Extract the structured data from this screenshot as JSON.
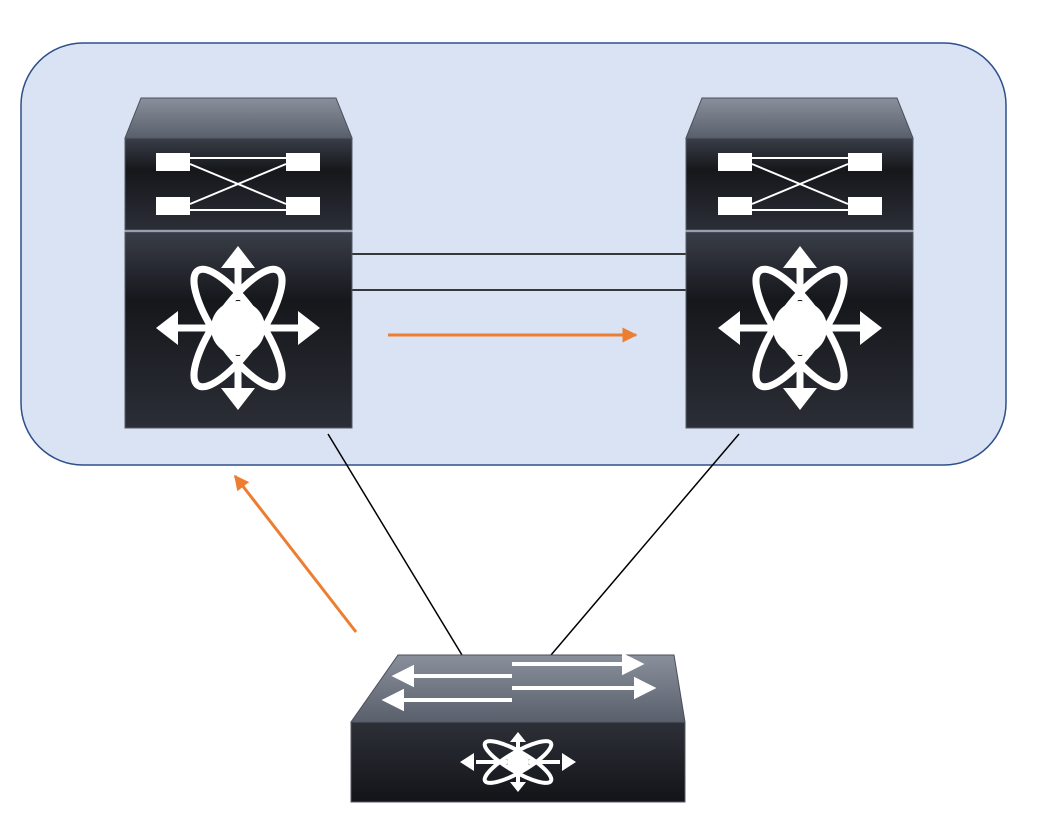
{
  "colors": {
    "background": "#ffffff",
    "domain_fill": "#dae3f3",
    "domain_stroke": "#2f4f8a",
    "link": "#000000",
    "flow_arrow": "#ed7d31",
    "device_top_face": "#6a6f7d",
    "device_body": "#1f2228",
    "icon": "#ffffff"
  },
  "nodes": [
    {
      "id": "core-left",
      "kind": "multilayer-switch",
      "icons": [
        "crossed-paths-icon",
        "layer3-router-icon"
      ]
    },
    {
      "id": "core-right",
      "kind": "multilayer-switch",
      "icons": [
        "crossed-paths-icon",
        "layer3-router-icon"
      ]
    },
    {
      "id": "access",
      "kind": "layer3-switch",
      "icons": [
        "switching-arrows-icon",
        "layer3-router-icon"
      ]
    }
  ],
  "links": [
    {
      "from": "core-left",
      "to": "core-right",
      "type": "peer-link-1"
    },
    {
      "from": "core-left",
      "to": "core-right",
      "type": "peer-link-2"
    },
    {
      "from": "core-left",
      "to": "access",
      "type": "uplink"
    },
    {
      "from": "core-right",
      "to": "access",
      "type": "uplink"
    }
  ],
  "flows": [
    {
      "from": "core-left",
      "to": "core-right",
      "direction": "right"
    },
    {
      "from": "access",
      "to": "core-domain",
      "direction": "up-left"
    }
  ]
}
